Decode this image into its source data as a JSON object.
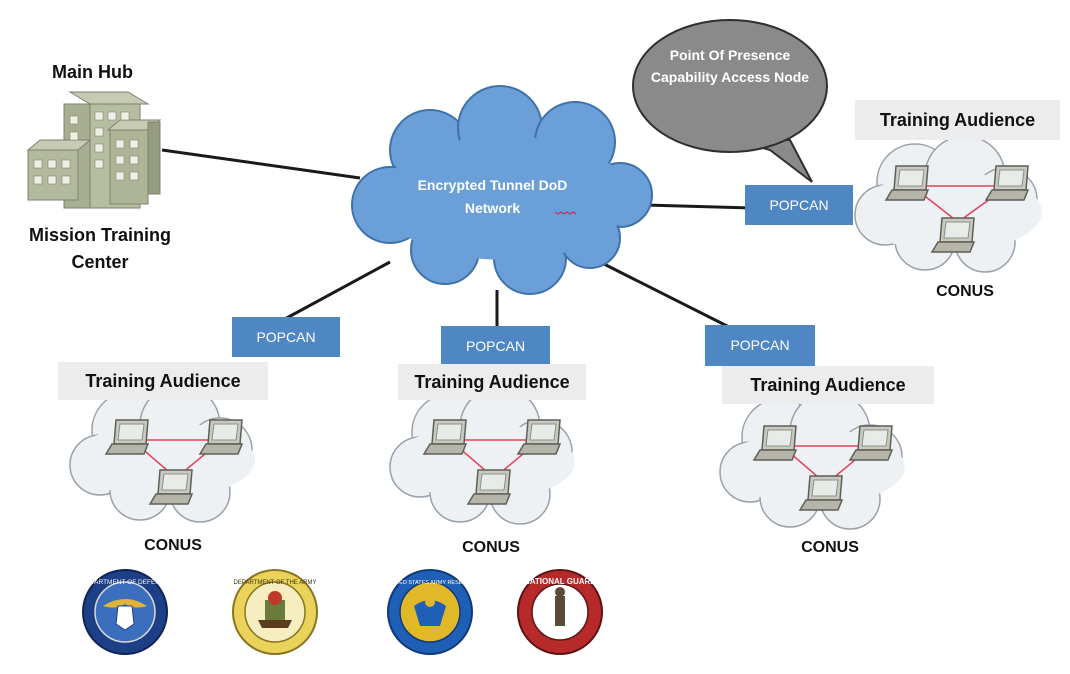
{
  "hub": {
    "title": "Main Hub",
    "subtitle": "Mission Training Center"
  },
  "cloud_label": "Encrypted Tunnel DoD Network",
  "callout": "Point Of Presence Capability Access Node",
  "popcan_label": "POPCAN",
  "audience_label": "Training Audience",
  "conus_label": "CONUS",
  "colors": {
    "cloud_fill": "#6a9fd8",
    "popcan_fill": "#4f86c4",
    "callout_fill": "#8a8a8a",
    "link_line": "#e4425a",
    "connector": "#1a1a1a"
  },
  "seals": [
    {
      "icon": "department-of-defense-seal-icon",
      "text": "DEPARTMENT OF DEFENSE"
    },
    {
      "icon": "department-of-the-army-seal-icon",
      "text": "DEPARTMENT OF THE ARMY"
    },
    {
      "icon": "army-reserve-seal-icon",
      "text": "UNITED STATES ARMY RESERVE"
    },
    {
      "icon": "national-guard-seal-icon",
      "text": "NATIONAL GUARD"
    }
  ]
}
